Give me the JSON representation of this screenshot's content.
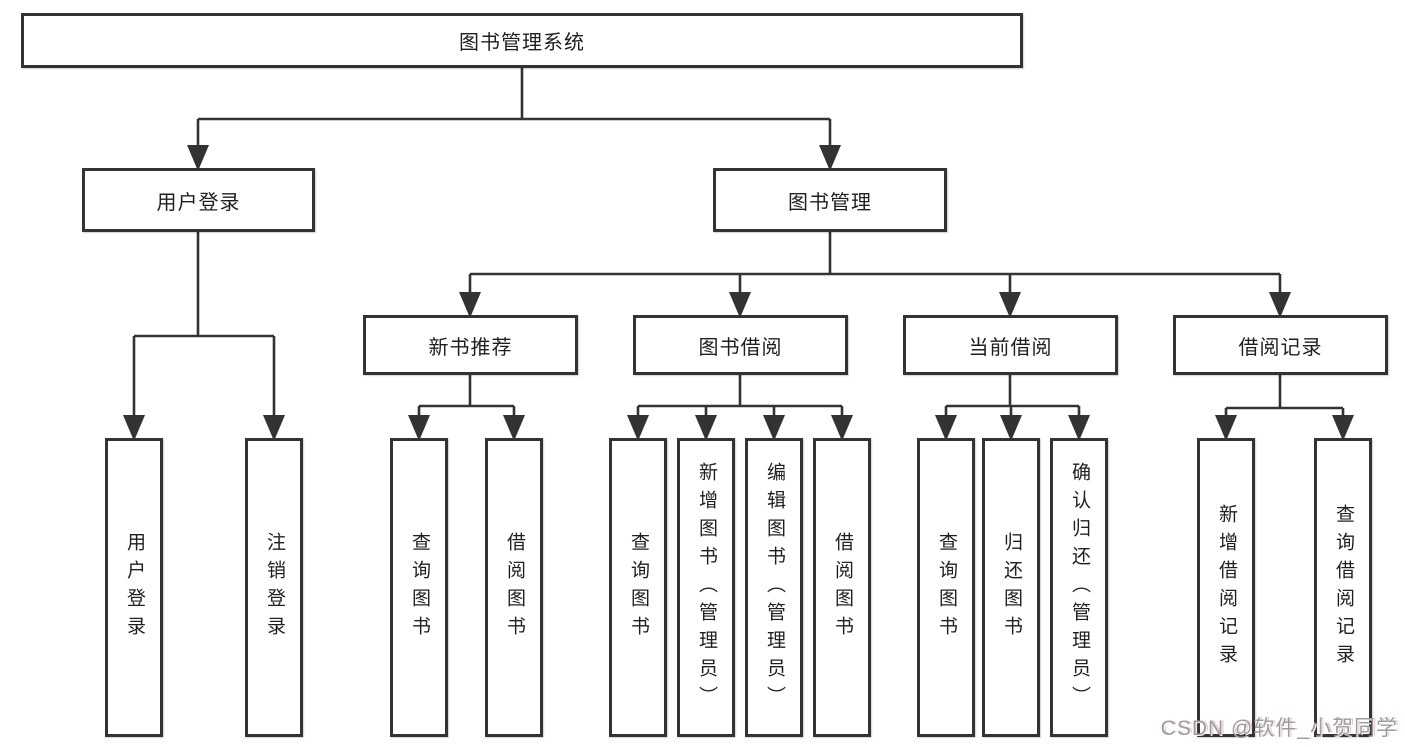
{
  "diagram": {
    "type": "hierarchy-tree",
    "tree": {
      "root": "图书管理系统",
      "branches": [
        {
          "label": "用户登录",
          "children": [
            "用户登录",
            "注销登录"
          ]
        },
        {
          "label": "图书管理",
          "groups": [
            {
              "label": "新书推荐",
              "children": [
                "查询图书",
                "借阅图书"
              ]
            },
            {
              "label": "图书借阅",
              "children": [
                "查询图书",
                "新增图书（管理员）",
                "编辑图书（管理员）",
                "借阅图书"
              ]
            },
            {
              "label": "当前借阅",
              "children": [
                "查询图书",
                "归还图书",
                "确认归还（管理员）"
              ]
            },
            {
              "label": "借阅记录",
              "children": [
                "新增借阅记录",
                "查询借阅记录"
              ]
            }
          ]
        }
      ]
    }
  },
  "watermark": {
    "text": "CSDN @软件_小贺同学"
  },
  "colors": {
    "line": "#333333",
    "node_border": "#333333",
    "node_text": "#1f1f1f",
    "background": "#ffffff",
    "watermark_gray": "#9c9c9c",
    "watermark_red_fringe": "#c35b5b"
  }
}
